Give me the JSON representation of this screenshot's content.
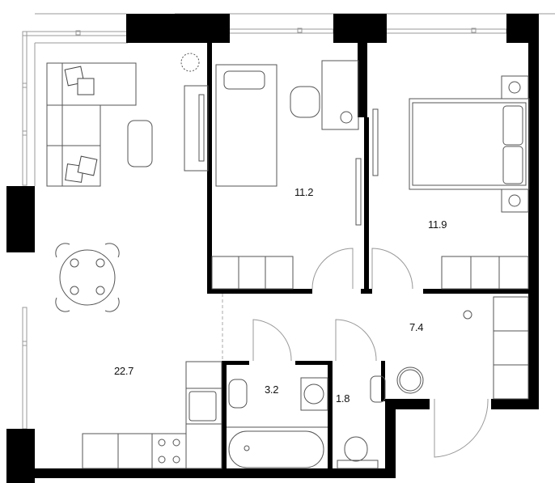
{
  "plan": {
    "type": "apartment-floor-plan",
    "rooms": [
      {
        "id": "living-kitchen",
        "area": "22.7"
      },
      {
        "id": "bedroom-child",
        "area": "11.2"
      },
      {
        "id": "bedroom-master",
        "area": "11.9"
      },
      {
        "id": "hallway",
        "area": "7.4"
      },
      {
        "id": "bathroom",
        "area": "3.2"
      },
      {
        "id": "toilet",
        "area": "1.8"
      }
    ],
    "colors": {
      "wall": "#000000",
      "line": "#555555",
      "background": "#ffffff"
    }
  }
}
